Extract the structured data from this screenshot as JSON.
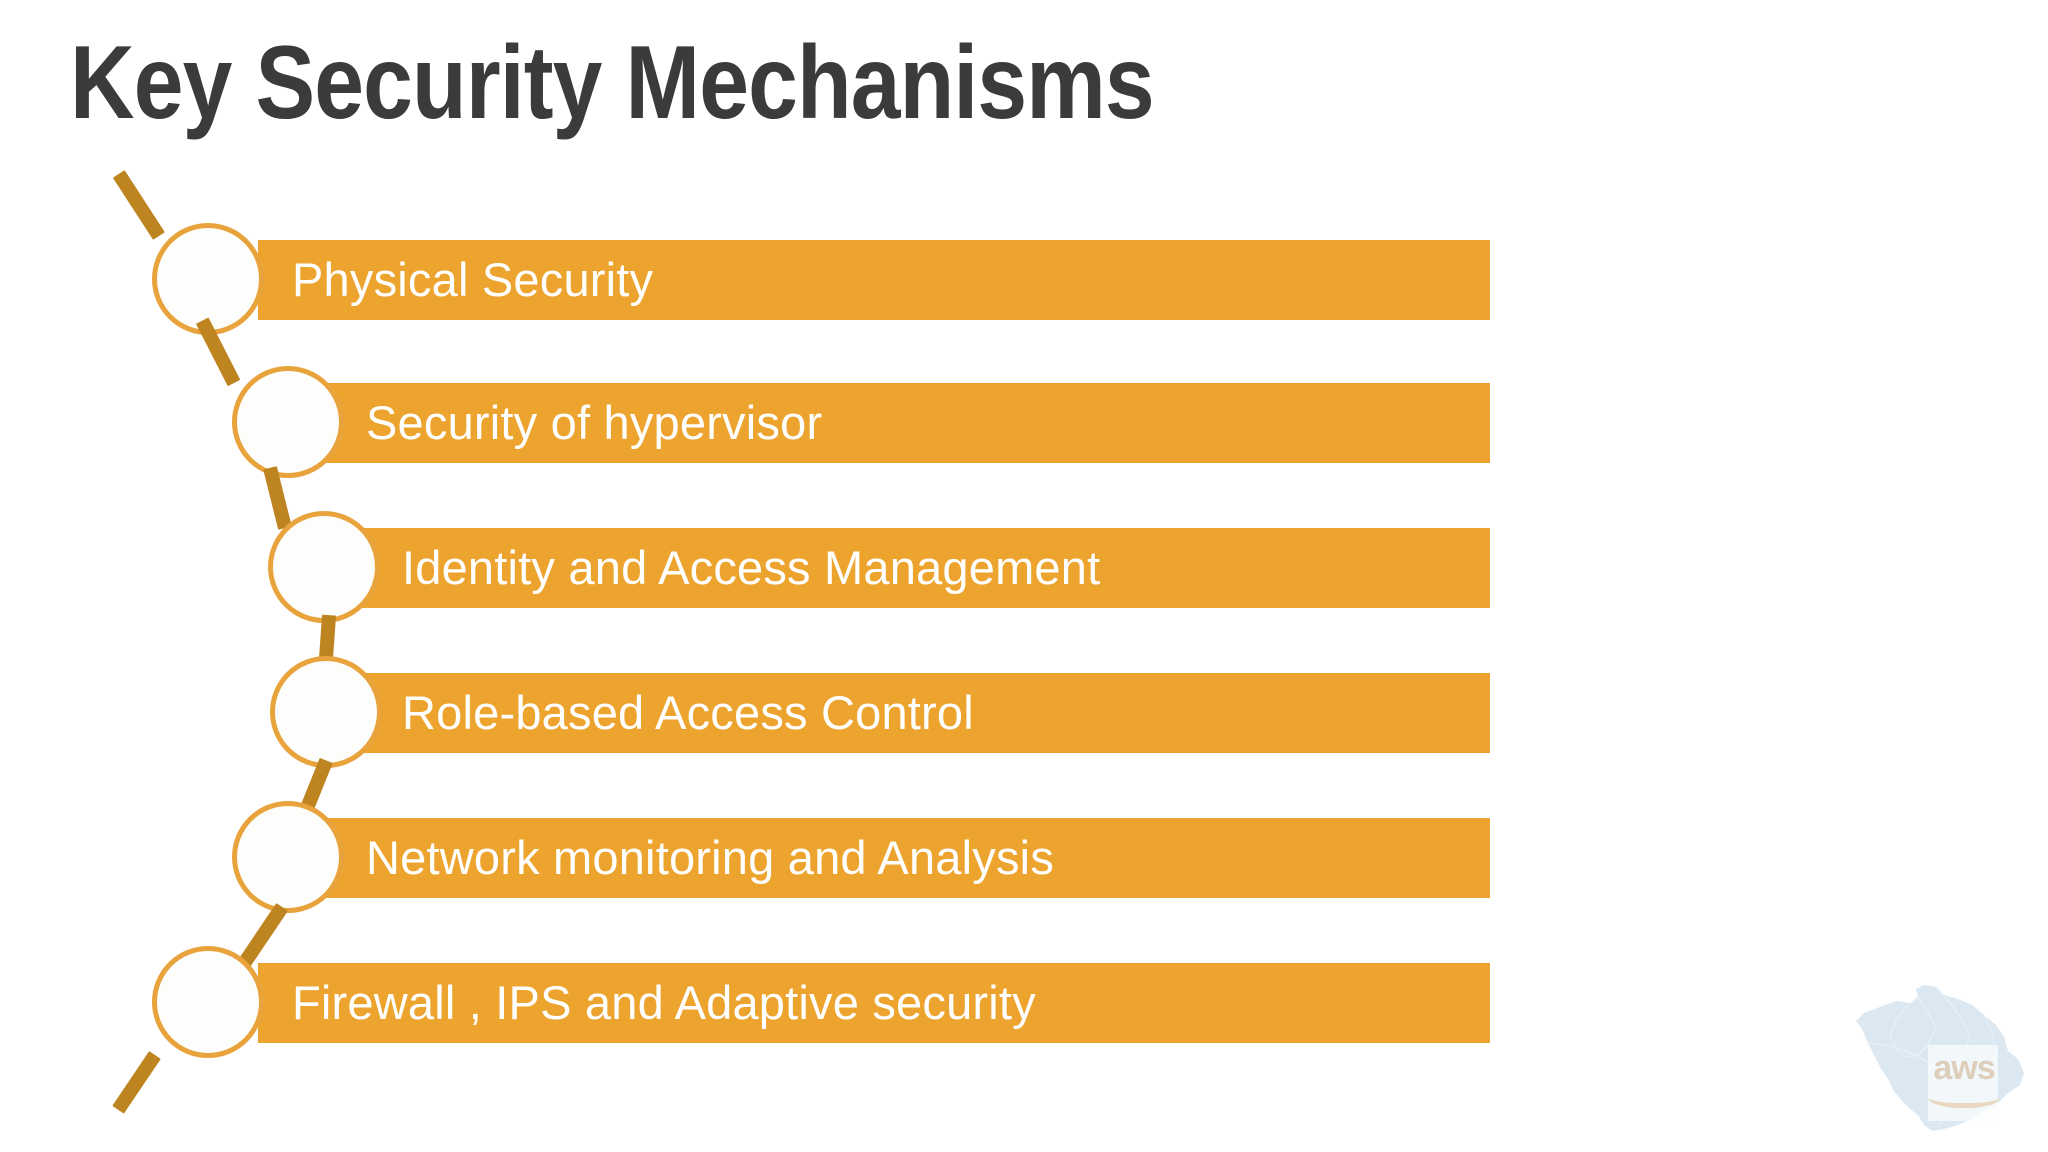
{
  "slide": {
    "title": "Key Security Mechanisms",
    "background_color": "#ffffff",
    "title_color": "#3b3b3b",
    "bar_color": "#eda42f",
    "node_stroke_color": "#e8a33c",
    "node_fill_color": "#fdfdfb",
    "connector_color": "#bd8420",
    "label_color": "#ffffff"
  },
  "items": [
    {
      "label": "Physical Security"
    },
    {
      "label": "Security of hypervisor"
    },
    {
      "label": "Identity and Access Management"
    },
    {
      "label": "Role-based Access Control"
    },
    {
      "label": "Network monitoring and Analysis"
    },
    {
      "label": "Firewall , IPS and Adaptive security"
    }
  ],
  "watermark": {
    "map_label": "saudi-arabia-map",
    "logo_text": "aws",
    "map_color": "#cfe0ec"
  }
}
